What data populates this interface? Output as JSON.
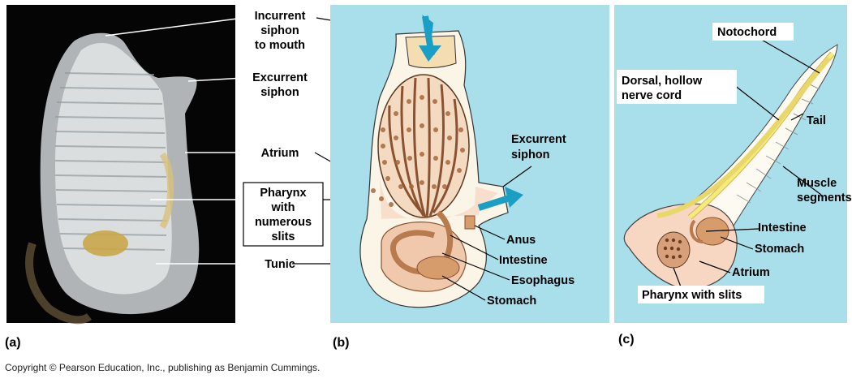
{
  "panels": {
    "a": {
      "letter": "(a)"
    },
    "b": {
      "letter": "(b)"
    },
    "c": {
      "letter": "(c)"
    }
  },
  "labels_center": {
    "incurrent": [
      "Incurrent",
      "siphon",
      "to mouth"
    ],
    "excurrent": [
      "Excurrent",
      "siphon"
    ],
    "atrium": "Atrium",
    "pharynx": [
      "Pharynx",
      "with",
      "numerous",
      "slits"
    ],
    "tunic": "Tunic"
  },
  "labels_b": {
    "excurrent": [
      "Excurrent",
      "siphon"
    ],
    "anus": "Anus",
    "intestine": "Intestine",
    "esophagus": "Esophagus",
    "stomach": "Stomach"
  },
  "labels_c": {
    "notochord": "Notochord",
    "nerve_cord": [
      "Dorsal, hollow",
      "nerve cord"
    ],
    "tail": "Tail",
    "muscle": [
      "Muscle",
      "segments"
    ],
    "intestine": "Intestine",
    "stomach": "Stomach",
    "atrium": "Atrium",
    "pharynx": "Pharynx with slits"
  },
  "copyright": "Copyright © Pearson Education, Inc., publishing as Benjamin Cummings.",
  "colors": {
    "photo_bg": "#050505",
    "panel_blue": "#a9dfea",
    "tissue_cream": "#f7ecd9",
    "tissue_pink": "#f4c9b6",
    "pharynx_brown": "#a7683c",
    "arrow_blue": "#1b9ec4",
    "notochord_yellow": "#f3ec7a"
  }
}
